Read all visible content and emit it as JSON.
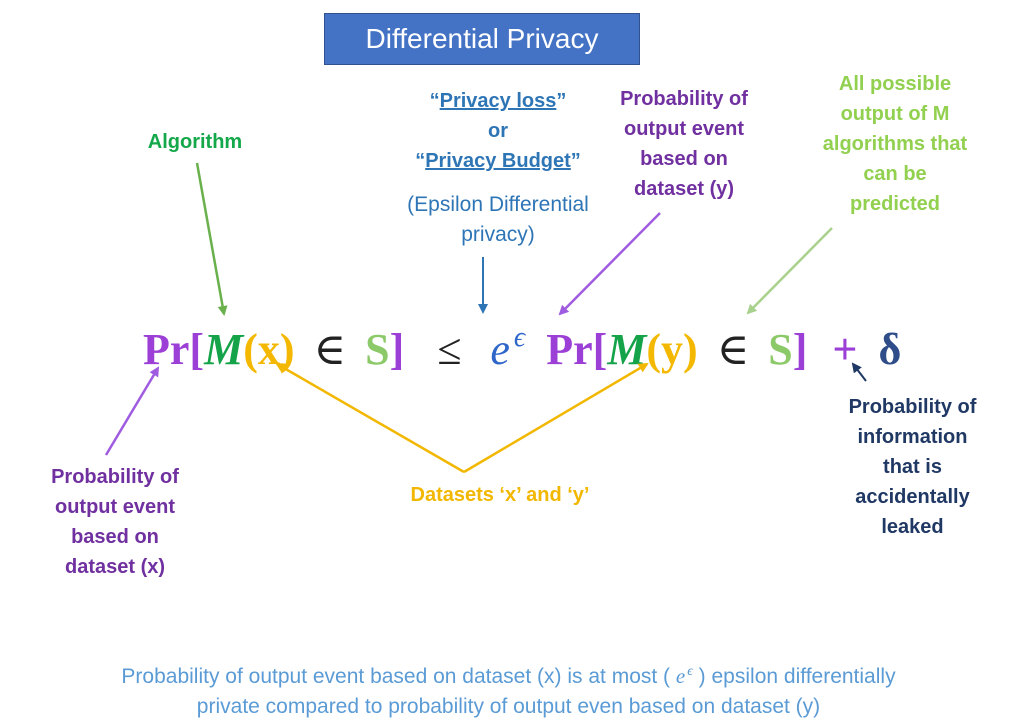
{
  "title": "Differential Privacy",
  "labels": {
    "algorithm": "Algorithm",
    "privacy_loss_q_open": "“",
    "privacy_loss": "Privacy loss",
    "privacy_loss_q_close": "”",
    "or": "or",
    "privacy_budget_q_open": "“",
    "privacy_budget": "Privacy Budget",
    "privacy_budget_q_close": "”",
    "epsilon_dp_line1": "(Epsilon Differential",
    "epsilon_dp_line2": "privacy)",
    "prob_y_line1": "Probability of",
    "prob_y_line2": "output event",
    "prob_y_line3": "based on",
    "prob_y_line4": "dataset (y)",
    "all_output_line1": "All possible",
    "all_output_line2": "output of M",
    "all_output_line3": "algorithms that",
    "all_output_line4": "can be",
    "all_output_line5": "predicted",
    "prob_x_line1": "Probability of",
    "prob_x_line2": "output event",
    "prob_x_line3": "based on",
    "prob_x_line4": "dataset (x)",
    "datasets": "Datasets ‘x’ and ‘y’",
    "leak_line1": "Probability of",
    "leak_line2": "information",
    "leak_line3": "that is",
    "leak_line4": "accidentally",
    "leak_line5": "leaked"
  },
  "formula": {
    "pr1": "Pr[",
    "m1": "M",
    "paren_x": "(x)",
    "in1": "∈",
    "s1": "S",
    "close1": "]",
    "leq": "≤",
    "e_base": "e",
    "e_exp": "ϵ",
    "pr2": "Pr[",
    "m2": "M",
    "paren_y": "(y)",
    "in2": "∈",
    "s2": "S",
    "close2": "]",
    "plus": "+",
    "delta": "δ"
  },
  "caption": {
    "line1_a": "Probability of output event based on dataset (x) is at most  ( ",
    "e_base": "e",
    "e_exp": "ϵ",
    "line1_b": " ) epsilon differentially",
    "line2": "private compared to probability of output even based on dataset (y)"
  },
  "colors": {
    "title_bg": "#4472c4",
    "algorithm": "#14a84a",
    "probability": "#7030a0",
    "possible_output": "#92d050",
    "privacy_loss": "#2e75b6",
    "leak": "#203864",
    "datasets": "#f2b700"
  }
}
